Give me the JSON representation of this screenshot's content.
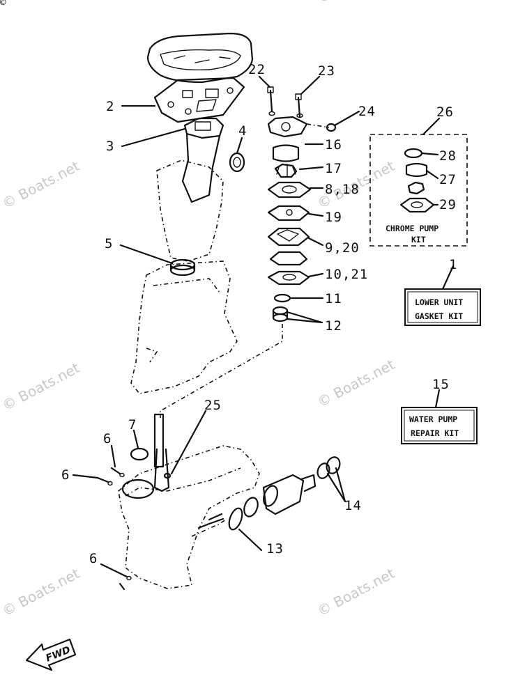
{
  "watermark": "© Boats.net",
  "corner_mark": "©",
  "callouts": [
    "2",
    "3",
    "4",
    "5",
    "6",
    "6",
    "6",
    "7",
    "8,18",
    "9,20",
    "10,21",
    "11",
    "12",
    "13",
    "14",
    "16",
    "17",
    "19",
    "22",
    "23",
    "24",
    "25",
    "26",
    "27",
    "28",
    "29",
    "1",
    "15"
  ],
  "boxes": {
    "chrome_pump_line1": "CHROME PUMP",
    "chrome_pump_line2": "KIT",
    "lower_unit_line1": "LOWER UNIT",
    "lower_unit_line2": "GASKET KIT",
    "water_pump_line1": "WATER PUMP",
    "water_pump_line2": "REPAIR KIT"
  },
  "fwd_label": "FWD"
}
